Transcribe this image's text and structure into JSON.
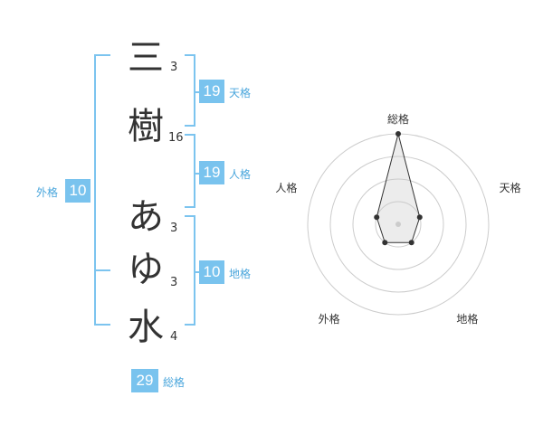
{
  "name_chars": [
    {
      "char": "三",
      "strokes": "3"
    },
    {
      "char": "樹",
      "strokes": "16"
    },
    {
      "char": "あ",
      "strokes": "3"
    },
    {
      "char": "ゆ",
      "strokes": "3"
    },
    {
      "char": "水",
      "strokes": "4"
    }
  ],
  "fortunes": {
    "tenkaku": {
      "value": "19",
      "label": "天格"
    },
    "jinkaku": {
      "value": "19",
      "label": "人格"
    },
    "chikaku": {
      "value": "10",
      "label": "地格"
    },
    "gaikaku": {
      "value": "10",
      "label": "外格"
    },
    "soukaku": {
      "value": "29",
      "label": "総格"
    }
  },
  "colors": {
    "accent": "#79c3ee",
    "bracket": "#7cc4ef",
    "text": "#333333"
  },
  "chart_data": {
    "type": "radar",
    "axes": [
      "総格",
      "天格",
      "地格",
      "外格",
      "人格"
    ],
    "series": [
      {
        "values": [
          4,
          1,
          1,
          1,
          1
        ]
      }
    ],
    "rings": 4,
    "grid": true
  }
}
